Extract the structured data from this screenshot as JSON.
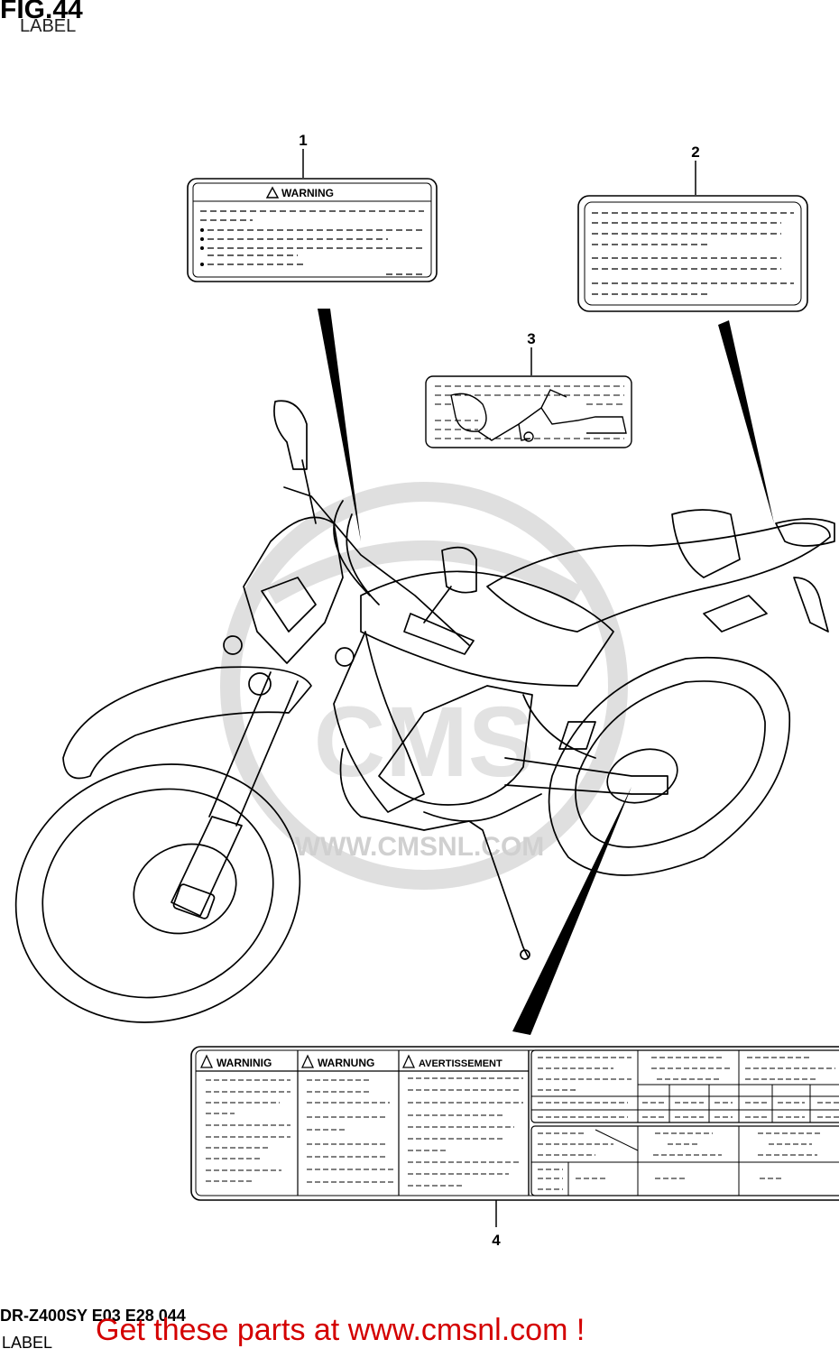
{
  "header": {
    "title": "FIG.44",
    "subtitle": "LABEL"
  },
  "callouts": [
    "1",
    "2",
    "3",
    "4"
  ],
  "label1": {
    "heading": "WARNING"
  },
  "label4": {
    "headings": [
      "WARNINIG",
      "WARNUNG",
      "AVERTISSEMENT"
    ]
  },
  "watermark": {
    "url": "WWW.CMSNL.COM",
    "logo": "CMS"
  },
  "footer": {
    "code": "DR-Z400SY E03 E28 044",
    "subtitle": "LABEL",
    "cta": "Get these parts at www.cmsnl.com !"
  },
  "colors": {
    "line": "#000000",
    "cta": "#d40000",
    "watermark": "#d9d9d9"
  }
}
